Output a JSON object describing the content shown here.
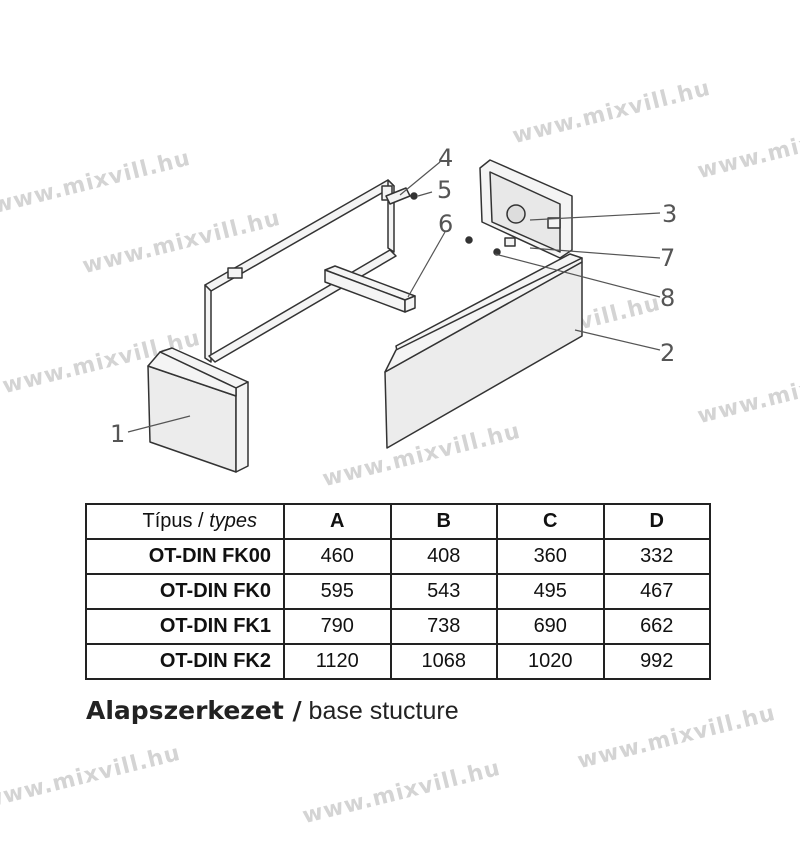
{
  "watermark": "www.mixvill.hu",
  "part_labels": [
    "1",
    "2",
    "3",
    "4",
    "5",
    "6",
    "7",
    "8"
  ],
  "table": {
    "header": {
      "type_label": "Típus / ",
      "type_label_italic": "types",
      "columns": [
        "A",
        "B",
        "C",
        "D"
      ]
    },
    "rows": [
      {
        "type": "OT-DIN FK00",
        "values": [
          "460",
          "408",
          "360",
          "332"
        ]
      },
      {
        "type": "OT-DIN FK0",
        "values": [
          "595",
          "543",
          "495",
          "467"
        ]
      },
      {
        "type": "OT-DIN FK1",
        "values": [
          "790",
          "738",
          "690",
          "662"
        ]
      },
      {
        "type": "OT-DIN FK2",
        "values": [
          "1120",
          "1068",
          "1020",
          "992"
        ]
      }
    ]
  },
  "caption": {
    "bold": "Alapszerkezet /",
    "normal": " base stucture"
  }
}
